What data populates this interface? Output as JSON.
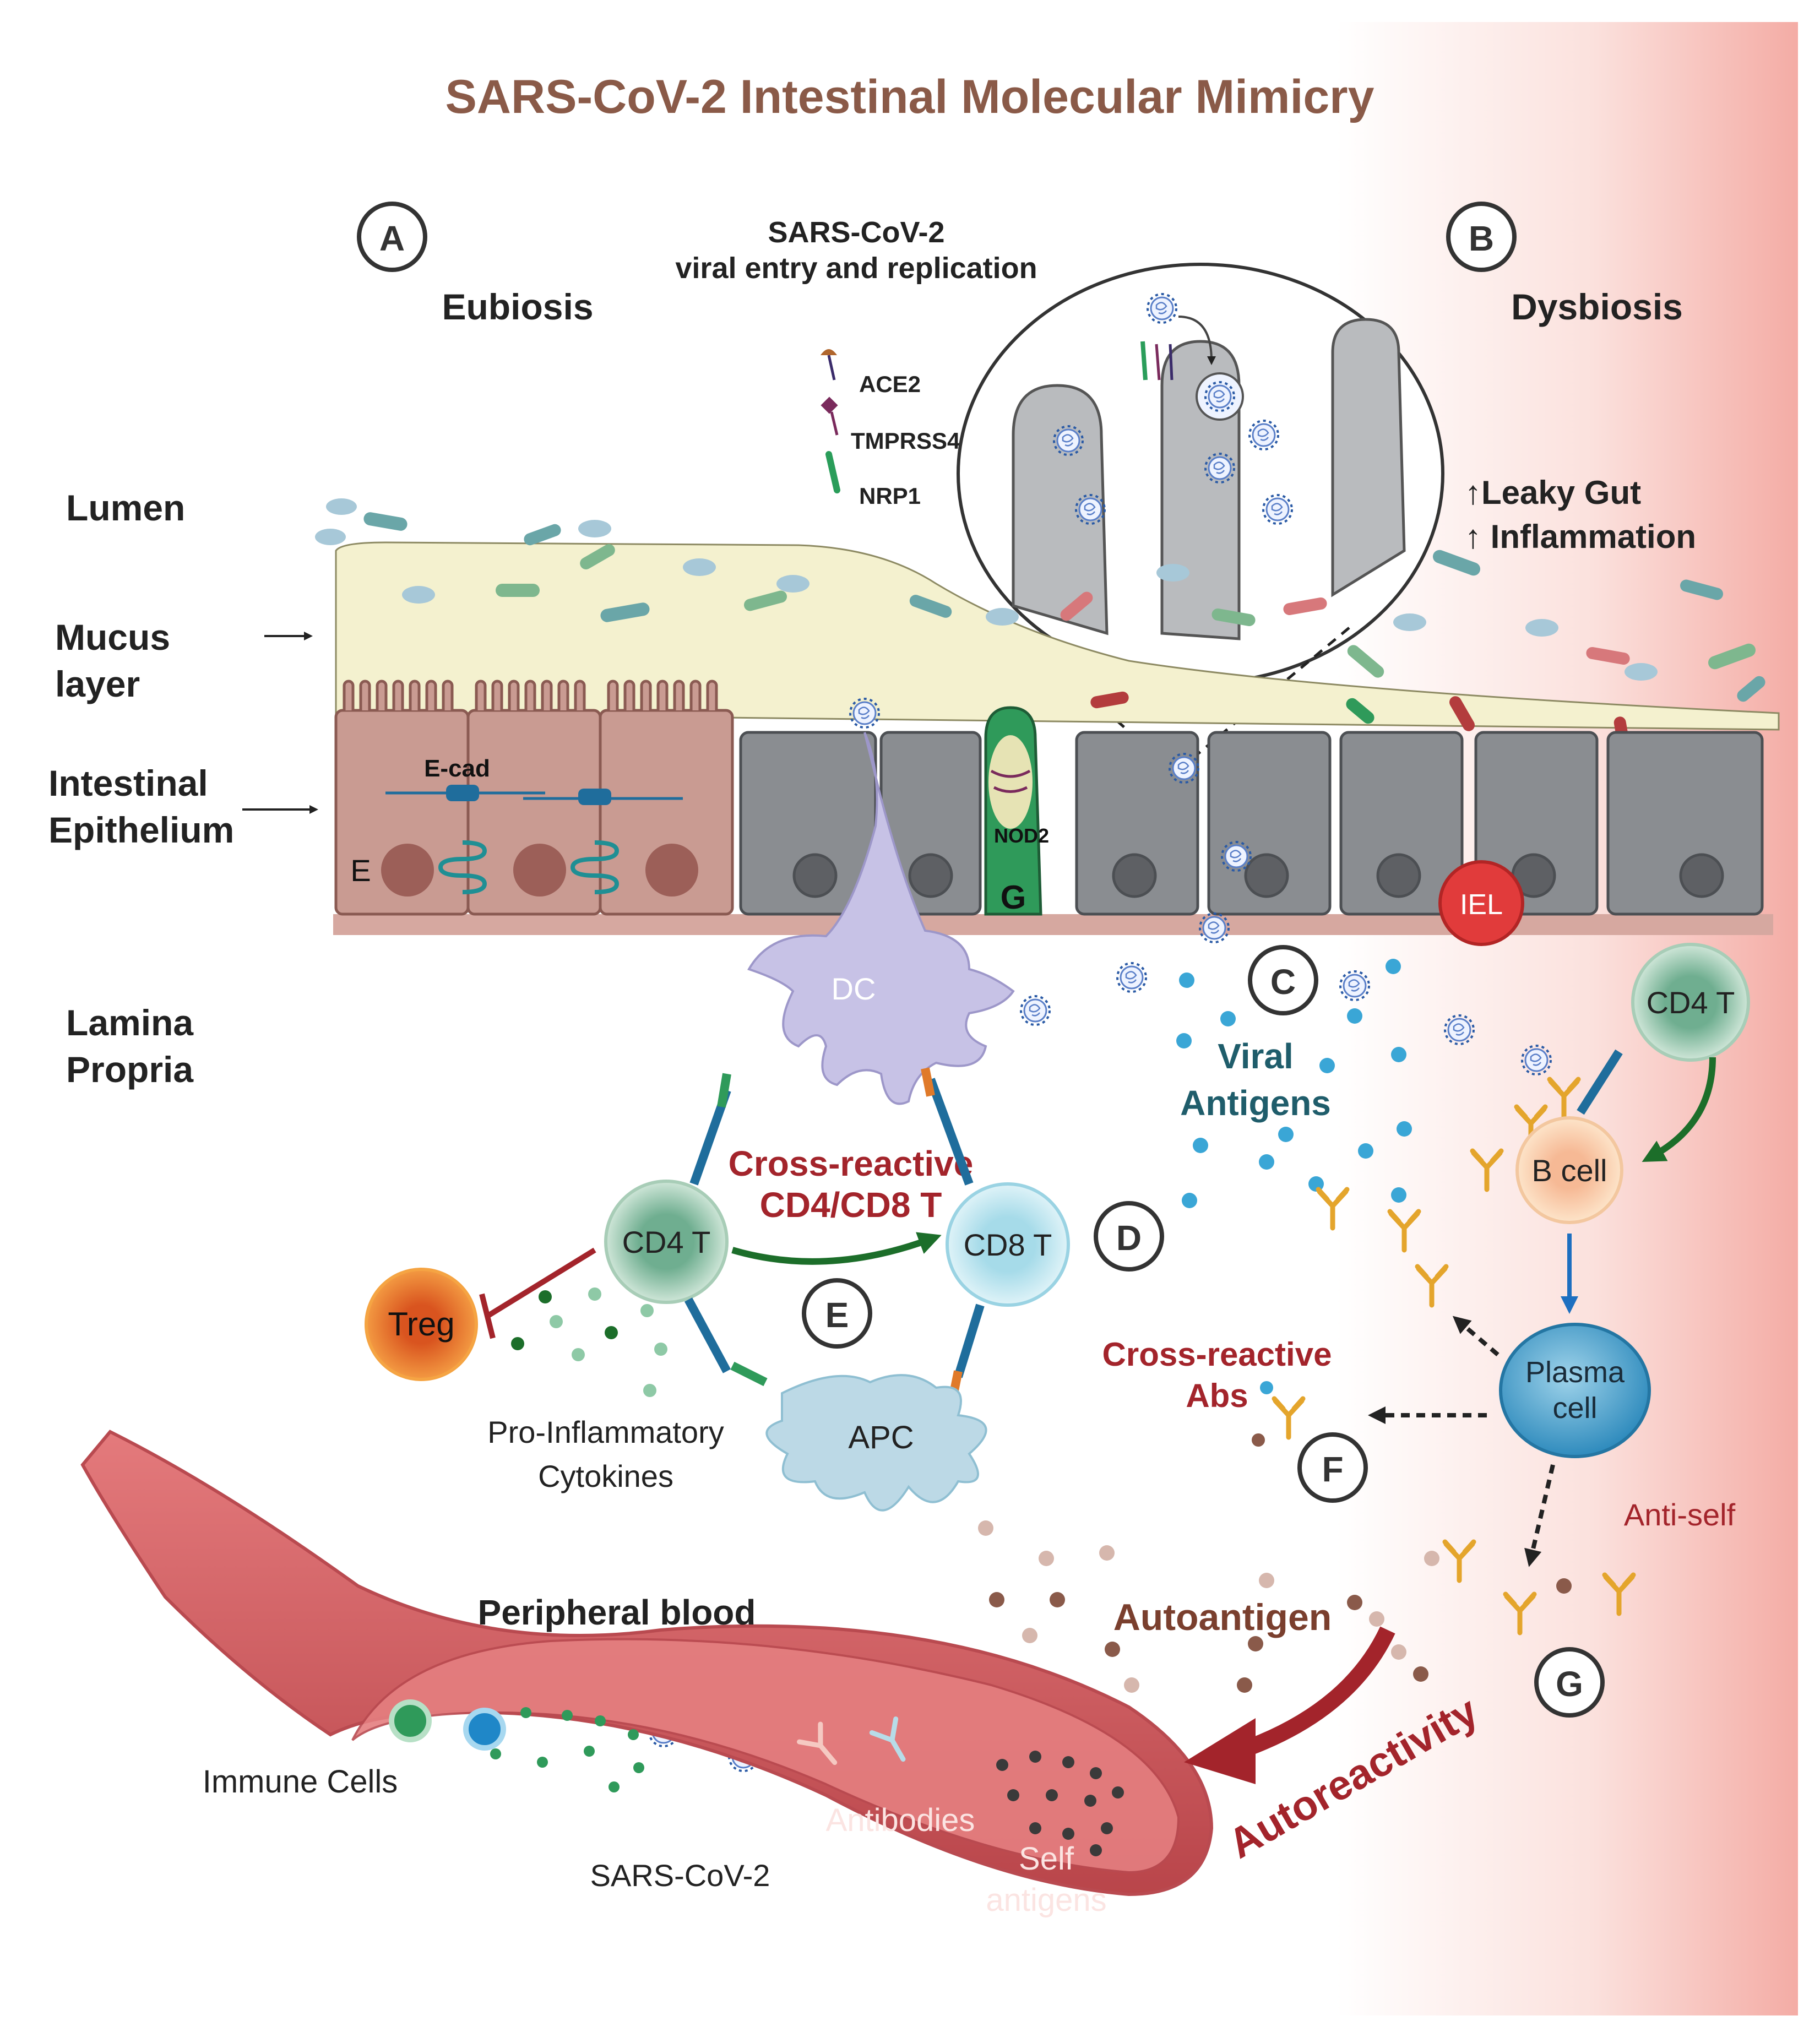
{
  "title": "SARS-CoV-2 Intestinal Molecular Mimicry",
  "panels": {
    "a": {
      "letter": "A",
      "label": "Eubiosis"
    },
    "b": {
      "letter": "B",
      "label": "Dysbiosis"
    },
    "c": {
      "letter": "C"
    },
    "d": {
      "letter": "D"
    },
    "e": {
      "letter": "E"
    },
    "f": {
      "letter": "F"
    },
    "g": {
      "letter": "G"
    }
  },
  "layers": {
    "lumen": "Lumen",
    "mucus_line1": "Mucus",
    "mucus_line2": "layer",
    "epithelium_line1": "Intestinal",
    "epithelium_line2": "Epithelium",
    "lamina_line1": "Lamina",
    "lamina_line2": "Propria"
  },
  "viral_entry": {
    "line1": "SARS-CoV-2",
    "line2": "viral entry and replication"
  },
  "receptors": [
    "ACE2",
    "TMPRSS4",
    "NRP1"
  ],
  "dysbiosis_effects": {
    "leaky": "↑Leaky Gut",
    "inflammation": "↑ Inflammation"
  },
  "epithelium_labels": {
    "ecad": "E-cad",
    "e_cell": "E",
    "nod2": "NOD2",
    "goblet": "G",
    "iel": "IEL"
  },
  "cells": {
    "dc": "DC",
    "cd4_left": "CD4 T",
    "cd8": "CD8 T",
    "treg": "Treg",
    "apc": "APC",
    "cd4_right": "CD4 T",
    "b_cell": "B cell",
    "plasma_line1": "Plasma",
    "plasma_line2": "cell"
  },
  "annotations": {
    "viral_antigens_line1": "Viral",
    "viral_antigens_line2": "Antigens",
    "cross_reactive_t_line1": "Cross-reactive",
    "cross_reactive_t_line2": "CD4/CD8 T",
    "cytokines_line1": "Pro-Inflammatory",
    "cytokines_line2": "Cytokines",
    "cross_abs_line1": "Cross-reactive",
    "cross_abs_line2": "Abs",
    "anti_self": "Anti-self",
    "autoantigen": "Autoantigen",
    "autoreactivity": "Autoreactivity"
  },
  "blood": {
    "title": "Peripheral blood",
    "immune_cells": "Immune Cells",
    "sars": "SARS-CoV-2",
    "antibodies": "Antibodies",
    "self_line1": "Self",
    "self_line2": "antigens"
  },
  "colors": {
    "title": "#8a5a48",
    "dark_red": "#a3242b",
    "teal_dark": "#1f5d6b",
    "background_gradient_end": "#f6b7b0",
    "mucus": "#f4f1cf",
    "epithelium_pink": "#c99b92",
    "epithelium_gray": "#8a8d91",
    "vessel": "#cf5a5e"
  }
}
